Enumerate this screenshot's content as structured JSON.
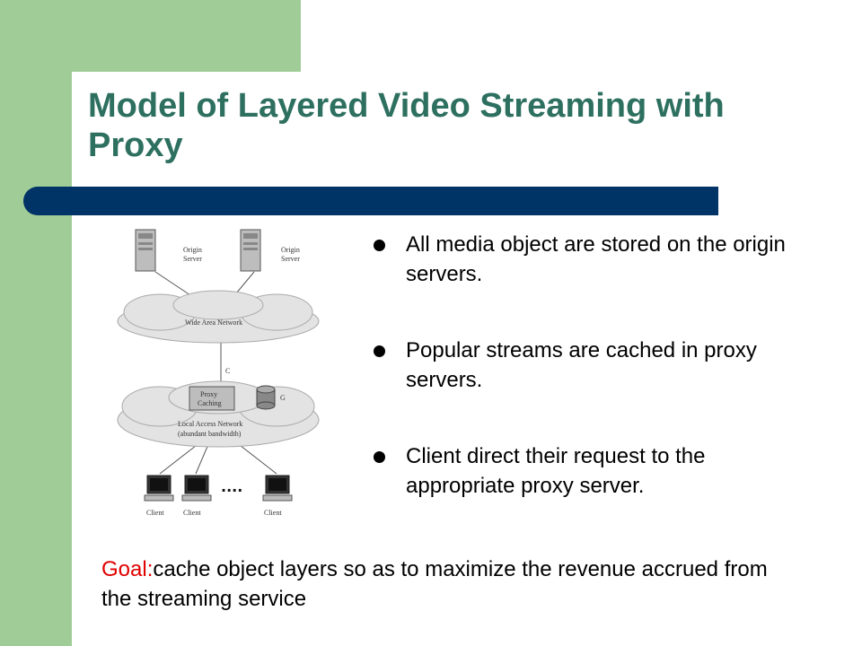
{
  "slide": {
    "title": "Model of Layered Video Streaming with Proxy",
    "bullets": [
      "All media object are stored on the origin servers.",
      "Popular streams are cached in proxy servers.",
      "Client direct their request to the appropriate proxy server."
    ],
    "goal_label": "Goal:",
    "goal_text": "cache object layers so as to maximize the revenue accrued from the streaming service",
    "colors": {
      "title": "#2e7060",
      "bar": "#003366",
      "side_green": "#a0cc98",
      "goal_label": "#e00000"
    }
  },
  "diagram": {
    "origin_server_1": [
      "Origin",
      "Server"
    ],
    "origin_server_2": [
      "Origin",
      "Server"
    ],
    "wan_label": "Wide Area Network",
    "link_label": "C",
    "proxy_label": [
      "Proxy",
      "Caching"
    ],
    "cache_label": "G",
    "lan_label": [
      "Local Access Network",
      "(abundant bandwidth)"
    ],
    "clients": [
      "Client",
      "Client",
      "Client"
    ],
    "ellipsis": "...."
  }
}
